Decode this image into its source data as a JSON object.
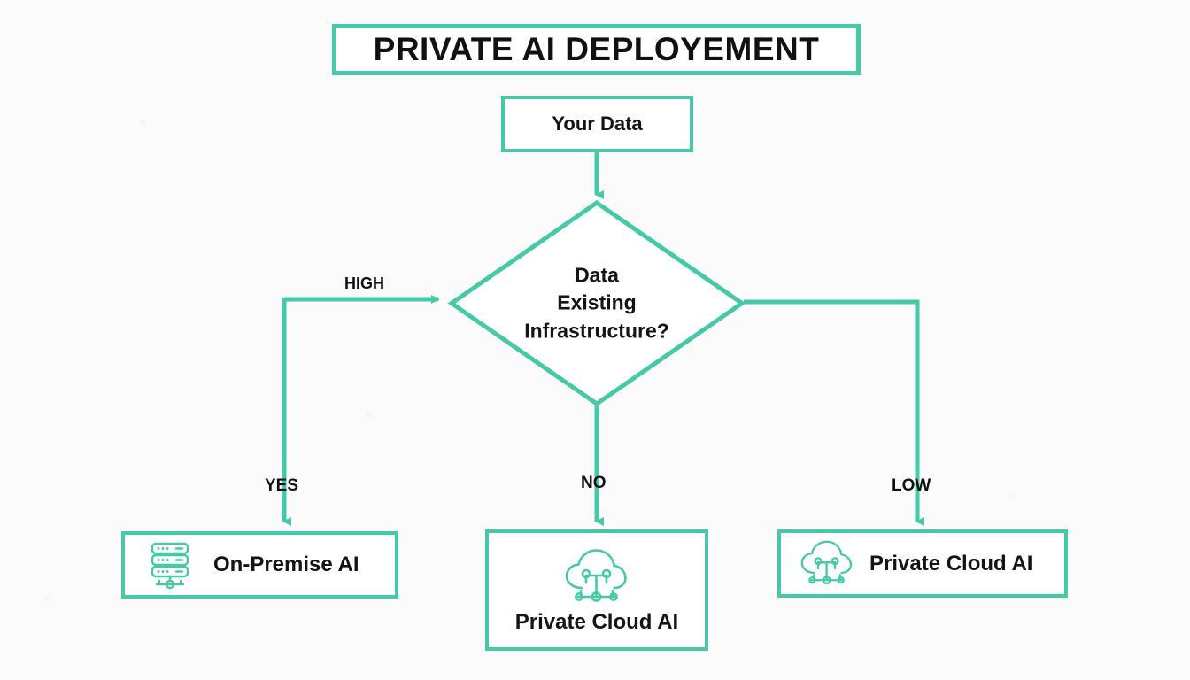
{
  "diagram": {
    "title": "PRIVATE AI DEPLOYEMENT",
    "type": "flowchart",
    "accent_color": "#46c9a6",
    "text_color": "#141414",
    "background_color": "#fbfbfc",
    "start_node": {
      "label": "Your Data"
    },
    "decision_node": {
      "label": "Data\nExisting\nInfrastructure?"
    },
    "edges": [
      {
        "from": "start_node",
        "to": "decision_node",
        "label": "",
        "direction": "down"
      },
      {
        "from": "decision_node",
        "to": "on_premise",
        "label": "HIGH",
        "direction": "left"
      },
      {
        "from": "on_premise_branch",
        "to": "on_premise",
        "label": "YES",
        "direction": "down"
      },
      {
        "from": "decision_node",
        "to": "private_cloud_center",
        "label": "NO",
        "direction": "down"
      },
      {
        "from": "decision_node",
        "to": "private_cloud_right",
        "label": "LOW",
        "direction": "right"
      }
    ],
    "edge_labels": {
      "high": "HIGH",
      "yes": "YES",
      "no": "NO",
      "low": "LOW"
    },
    "outcomes": [
      {
        "id": "on_premise",
        "label": "On-Premise AI",
        "icon": "server-rack-icon"
      },
      {
        "id": "private_cloud_center",
        "label": "Private Cloud AI",
        "icon": "cloud-network-icon"
      },
      {
        "id": "private_cloud_right",
        "label": "Private Cloud AI",
        "icon": "cloud-network-icon"
      }
    ]
  }
}
